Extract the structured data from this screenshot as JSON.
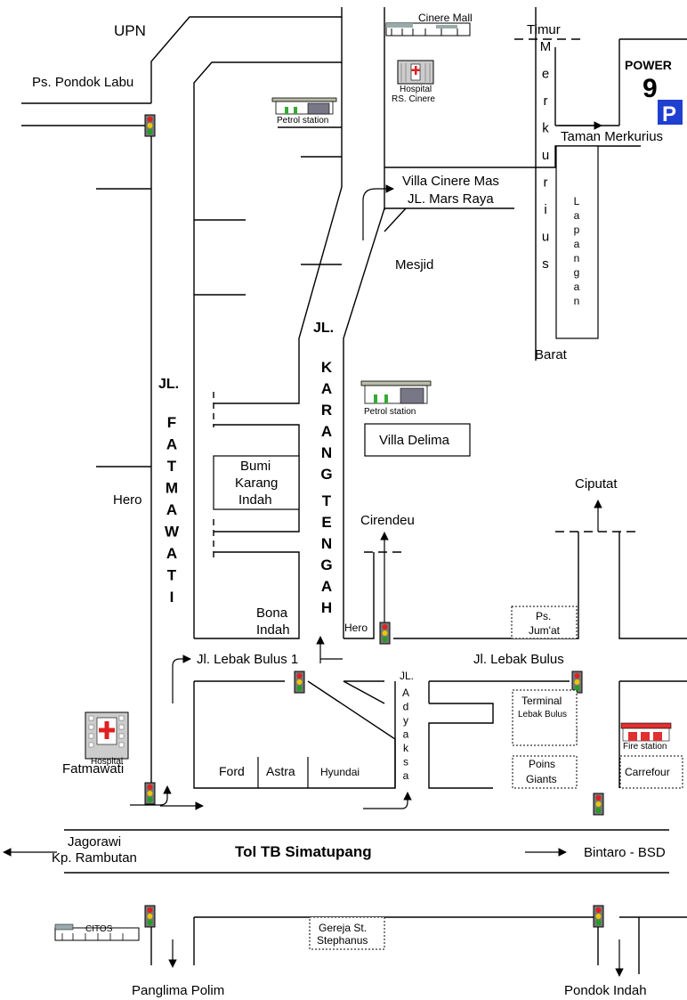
{
  "labels": {
    "upn": "UPN",
    "ps_pondok_labu": "Ps. Pondok Labu",
    "cinere_mall": "Cinere Mall",
    "hospital_rs_cinere_1": "Hospital",
    "hospital_rs_cinere_2": "RS. Cinere",
    "petrol_station_1": "Petrol station",
    "petrol_station_2": "Petrol station",
    "timur": "Timur",
    "power": "POWER",
    "power_num": "9",
    "parking": "P",
    "taman_merkurius": "Taman Merkurius",
    "villa_cinere_mas": "Villa Cinere Mas",
    "jl_mars_raya": "JL. Mars Raya",
    "mesjid": "Mesjid",
    "barat": "Barat",
    "villa_delima": "Villa Delima",
    "ciputat": "Ciputat",
    "cirendeu": "Cirendeu",
    "hero_1": "Hero",
    "hero_2": "Hero",
    "bumi_1": "Bumi",
    "bumi_2": "Karang",
    "bumi_3": "Indah",
    "bona_1": "Bona",
    "bona_2": "Indah",
    "ps_jumat_1": "Ps.",
    "ps_jumat_2": "Jum'at",
    "jl_lebak_bulus_1": "Jl. Lebak Bulus 1",
    "jl_lebak_bulus": "Jl. Lebak Bulus",
    "jl_adyaksa": "JL.",
    "terminal_1": "Terminal",
    "terminal_2": "Lebak Bulus",
    "poins_1": "Poins",
    "poins_2": "Giants",
    "fire_station": "Fire station",
    "carrefour": "Carrefour",
    "hospital_fatmawati_1": "Hospital",
    "hospital_fatmawati_2": "Fatmawati",
    "ford": "Ford",
    "astra": "Astra",
    "hyundai": "Hyundai",
    "jagorawi": "Jagorawi",
    "kp_rambutan": "Kp. Rambutan",
    "tol_tb_simatupang": "Tol TB Simatupang",
    "bintaro_bsd": "Bintaro - BSD",
    "citos": "CITOS",
    "gereja_1": "Gereja St.",
    "gereja_2": "Stephanus",
    "panglima_polim": "Panglima Polim",
    "pondok_indah": "Pondok Indah",
    "jl_fatmawati_title": "JL.",
    "jl_karang_tengah_title": "JL."
  },
  "vertical_labels": {
    "merkurius": "Merkurius",
    "lapangan": "Lapangan",
    "fatmawati": "FATMAWATI",
    "karang": "KARANG",
    "tengah": "TENGAH",
    "adyaksa": "Adyaksa"
  },
  "colors": {
    "parking_blue": "#1f3fd1",
    "hospital_red": "#e02020",
    "terminal_green": "#22a23a",
    "fire_station_red": "#e03030",
    "traffic_light_red": "#e02020",
    "traffic_light_yellow": "#e8c800",
    "traffic_light_green": "#20a020"
  }
}
